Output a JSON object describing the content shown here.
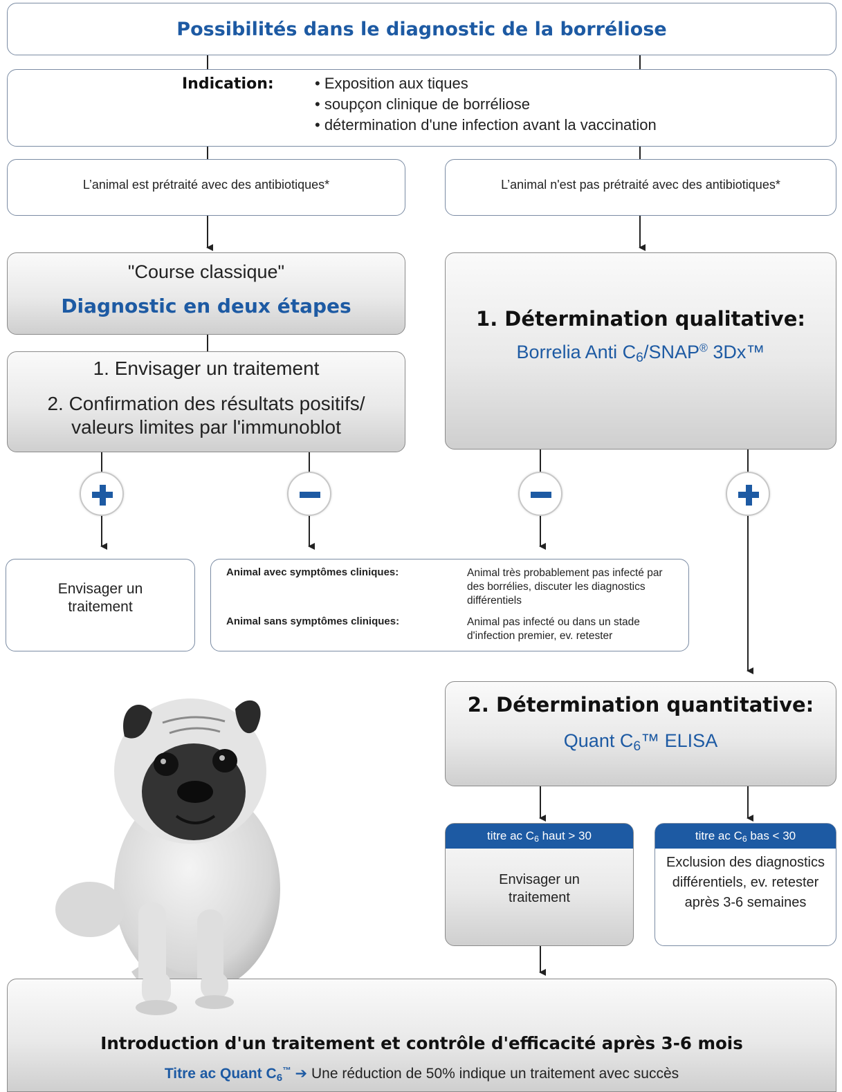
{
  "title": "Possibilités dans le diagnostic de la borréliose",
  "indication": {
    "label": "Indication:",
    "items": [
      "• Exposition aux tiques",
      "• soupçon clinique de borréliose",
      "• détermination d'une infection avant la vaccination"
    ]
  },
  "branch_left": {
    "label": "L’animal est prétraité avec des antibiotiques*"
  },
  "branch_right": {
    "label": "L’animal n'est pas prétraité avec des antibiotiques*"
  },
  "classic": {
    "subtitle": "\"Course classique\"",
    "title": "Diagnostic en deux étapes"
  },
  "steps": {
    "step1": "1. Envisager un traitement",
    "step2": "2. Confirmation des résultats positifs/ valeurs limites par l'immunoblot"
  },
  "qualitative": {
    "title": "1. Détermination qualitative:",
    "test_prefix": "Borrelia Anti C",
    "test_sub": "6",
    "test_mid": "/SNAP",
    "test_reg": "®",
    "test_suffix": " 3Dx™"
  },
  "result_signs": [
    "+",
    "–",
    "–",
    "+"
  ],
  "treat_left": "Envisager un traitement",
  "symptoms": {
    "with_label": "Animal avec symptômes cliniques:",
    "with_text": "Animal très probablement pas infecté par des borrélies, discuter les diagnostics différentiels",
    "without_label": "Animal sans symptômes cliniques:",
    "without_text": "Animal pas infecté ou dans un stade d'infection premier, ev. retester"
  },
  "quantitative": {
    "title": "2. Détermination quantitative:",
    "test_prefix": "Quant C",
    "test_sub": "6",
    "test_suffix": "™ ELISA"
  },
  "titer_high": {
    "tag_prefix": "titre ac C",
    "tag_sub": "6",
    "tag_suffix": " haut > 30",
    "text": "Envisager un traitement"
  },
  "titer_low": {
    "tag_prefix": "titre ac C",
    "tag_sub": "6",
    "tag_suffix": " bas < 30",
    "text": "Exclusion des diagnostics différentiels, ev. retester après 3-6 semaines"
  },
  "final": {
    "title": "Introduction d'un traitement et contrôle d'efficacité après 3-6 mois",
    "note_prefix": "Titre ac Quant C",
    "note_sub": "6",
    "note_tm": "™",
    "note_arrow": "➔",
    "note_text": "Une réduction de 50% indique un traitement avec succès"
  },
  "colors": {
    "accent": "#1d5aa3",
    "border": "#7a8ba3",
    "line": "#222222"
  },
  "icons": [
    "plus-icon",
    "minus-icon",
    "pug-dog-photo"
  ]
}
